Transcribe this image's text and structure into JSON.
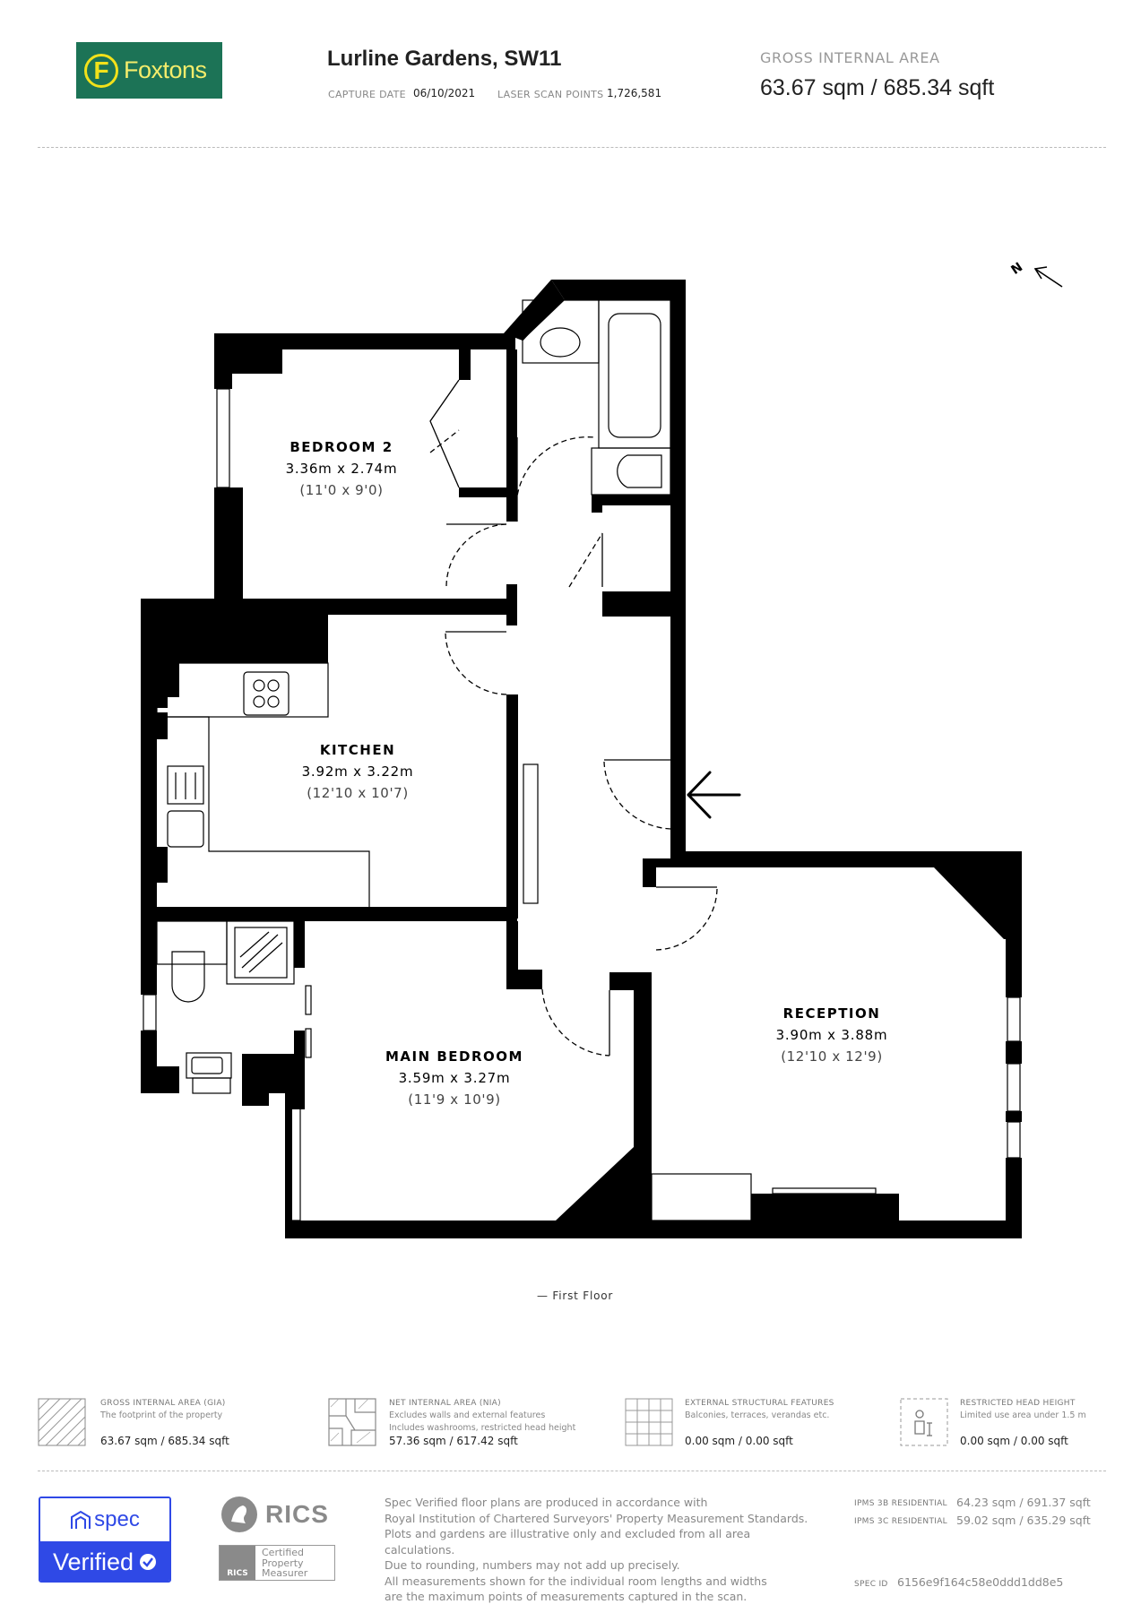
{
  "header": {
    "brand": "Foxtons",
    "brand_initial": "F",
    "title": "Lurline Gardens, SW11",
    "capture_date_label": "CAPTURE DATE",
    "capture_date": "06/10/2021",
    "scan_points_label": "LASER SCAN POINTS",
    "scan_points": "1,726,581",
    "gia_label": "GROSS INTERNAL AREA",
    "gia_value": "63.67 sqm / 685.34 sqft"
  },
  "rooms": {
    "bedroom2": {
      "name": "BEDROOM 2",
      "metric": "3.36m x 2.74m",
      "imperial": "(11'0 x 9'0)"
    },
    "kitchen": {
      "name": "KITCHEN",
      "metric": "3.92m x 3.22m",
      "imperial": "(12'10 x 10'7)"
    },
    "main_bedroom": {
      "name": "MAIN BEDROOM",
      "metric": "3.59m x 3.27m",
      "imperial": "(11'9 x 10'9)"
    },
    "reception": {
      "name": "RECEPTION",
      "metric": "3.90m x 3.88m",
      "imperial": "(12'10 x 12'9)"
    }
  },
  "compass": "N",
  "floor_label": "— First Floor",
  "stats": [
    {
      "title": "GROSS INTERNAL AREA (GIA)",
      "desc": [
        "The footprint of the property"
      ],
      "value": "63.67 sqm / 685.34 sqft"
    },
    {
      "title": "NET INTERNAL AREA (NIA)",
      "desc": [
        "Excludes walls and external features",
        "Includes washrooms, restricted head height"
      ],
      "value": "57.36 sqm / 617.42 sqft"
    },
    {
      "title": "EXTERNAL STRUCTURAL FEATURES",
      "desc": [
        "Balconies, terraces, verandas etc."
      ],
      "value": "0.00 sqm / 0.00 sqft"
    },
    {
      "title": "RESTRICTED HEAD HEIGHT",
      "desc": [
        "Limited use area under 1.5 m"
      ],
      "value": "0.00 sqm / 0.00 sqft"
    }
  ],
  "footer": {
    "spec_brand": "spec",
    "spec_verified": "Verified",
    "rics": "RICS",
    "rics_small": "RICS",
    "rics_certified": [
      "Certified",
      "Property",
      "Measurer"
    ],
    "note_lines": [
      "Spec Verified floor plans are produced in accordance with",
      "Royal Institution of Chartered Surveyors' Property Measurement Standards.",
      "Plots and gardens are illustrative only and excluded from all area calculations.",
      "Due to rounding, numbers may not add up precisely.",
      "All measurements shown for the individual room lengths and widths",
      "are the maximum points of measurements captured in the scan."
    ],
    "ipms3b_label": "IPMS 3B RESIDENTIAL",
    "ipms3b_value": "64.23 sqm / 691.37 sqft",
    "ipms3c_label": "IPMS 3C RESIDENTIAL",
    "ipms3c_value": "59.02 sqm / 635.29 sqft",
    "spec_id_label": "SPEC ID",
    "spec_id": "6156e9f164c58e0ddd1dd8e5"
  }
}
